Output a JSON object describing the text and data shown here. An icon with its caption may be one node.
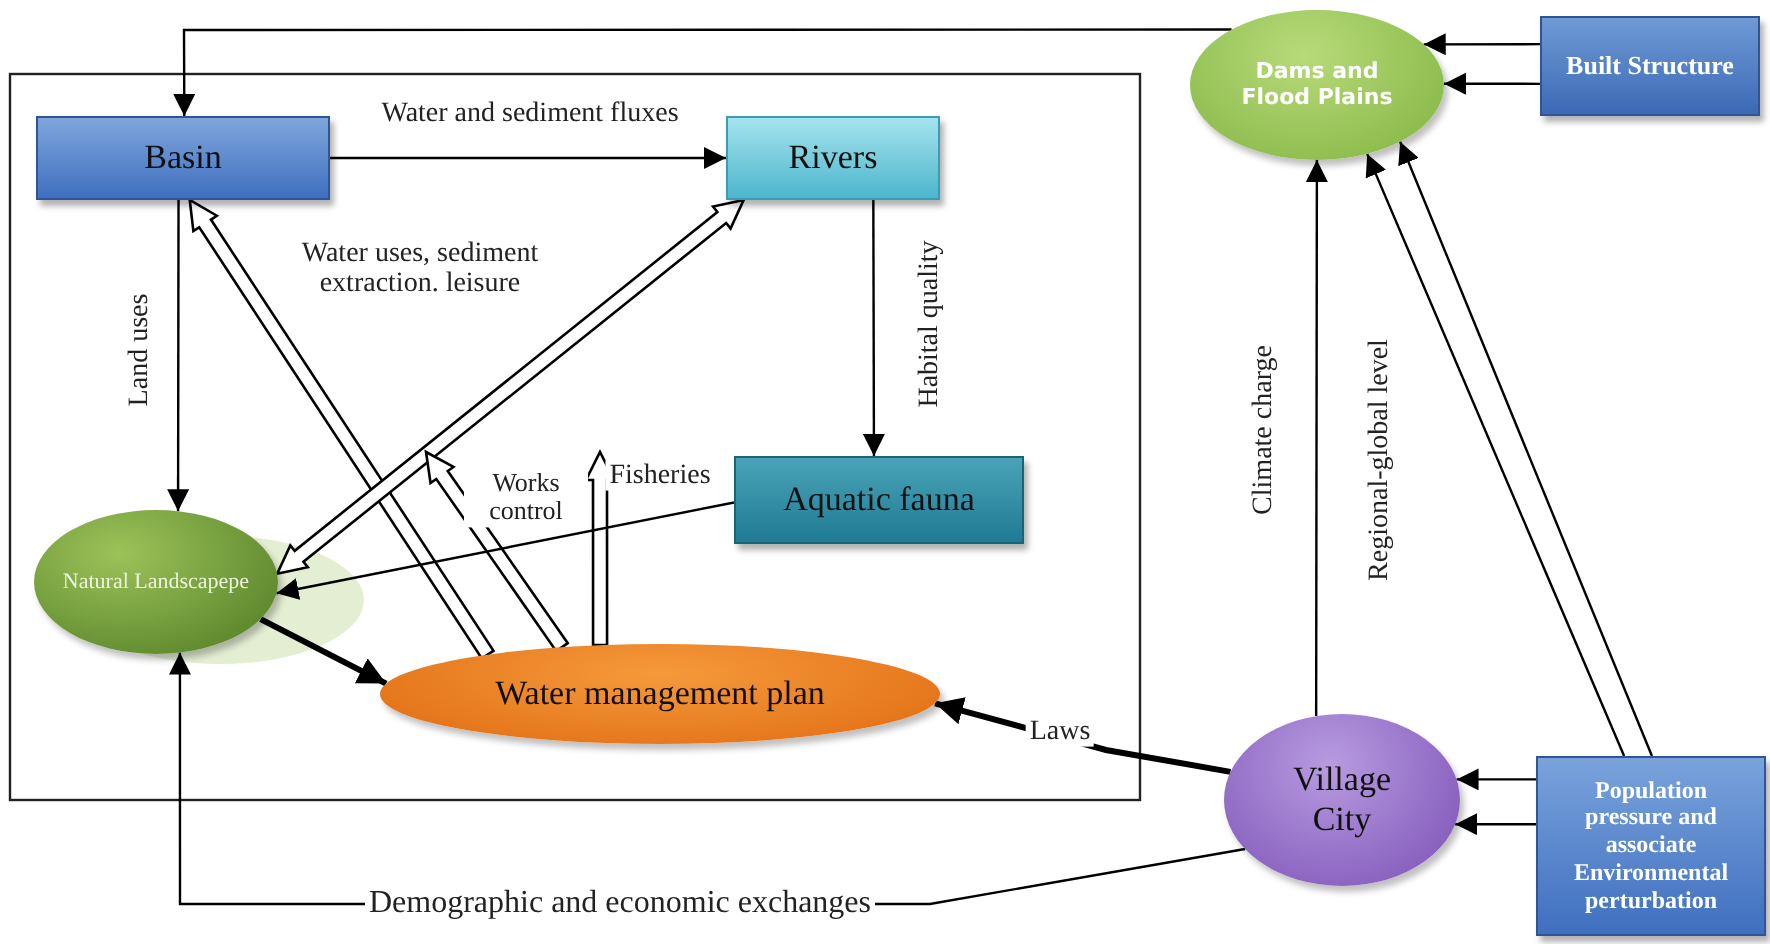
{
  "diagram": {
    "nodes": [
      {
        "text": [
          "Basin"
        ]
      },
      {
        "text": [
          "Rivers"
        ]
      },
      {
        "text": [
          "Aquatic fauna"
        ]
      },
      {
        "text": [
          "Natural Landscapepe"
        ]
      },
      {
        "text": [
          "Water management plan"
        ]
      },
      {
        "text": [
          "Dams and Flood Plains"
        ]
      },
      {
        "text": [
          "Built Structure"
        ]
      },
      {
        "text": [
          "Village City"
        ]
      },
      {
        "text": [
          "Population pressure and associate Environmental perturbation"
        ]
      }
    ],
    "edges": [
      {
        "from": 5,
        "to": 0,
        "arrow": "to"
      },
      {
        "from": 6,
        "to": 5,
        "arrow": "to"
      },
      {
        "from": 6,
        "to": 5,
        "arrow": "to"
      },
      {
        "from": 0,
        "to": 1,
        "arrow": "to",
        "label": "Water and sediment fluxes"
      },
      {
        "from": 0,
        "to": 3,
        "arrow": "to",
        "label": "Land uses"
      },
      {
        "from": 1,
        "to": 2,
        "arrow": "to",
        "label": "Habital quality"
      },
      {
        "from": 4,
        "to": 0,
        "arrow": "to",
        "style": "thick",
        "label": "Water uses, sediment extraction. leisure"
      },
      {
        "from": 1,
        "to": 3,
        "arrow": "both",
        "style": "thick"
      },
      {
        "from": 4,
        "to": null,
        "arrow": "to",
        "style": "thick",
        "label": "Works control"
      },
      {
        "from": 4,
        "to": null,
        "arrow": "to",
        "style": "thick",
        "label": "Fisheries"
      },
      {
        "from": 2,
        "to": 3,
        "arrow": "to"
      },
      {
        "from": 3,
        "to": 4,
        "arrow": "to",
        "style": "thick"
      },
      {
        "from": 7,
        "to": 4,
        "arrow": "to",
        "style": "thick",
        "label": "Laws"
      },
      {
        "from": 7,
        "to": 5,
        "arrow": "to",
        "label": "Climate charge"
      },
      {
        "from": 8,
        "to": 5,
        "arrow": "to",
        "label": "Regional-global level"
      },
      {
        "from": 8,
        "to": 5,
        "arrow": "to"
      },
      {
        "from": 8,
        "to": 7,
        "arrow": "to"
      },
      {
        "from": 8,
        "to": 7,
        "arrow": "to"
      },
      {
        "from": 7,
        "to": 3,
        "arrow": "to",
        "label": "Demographic and economic exchanges"
      }
    ]
  }
}
